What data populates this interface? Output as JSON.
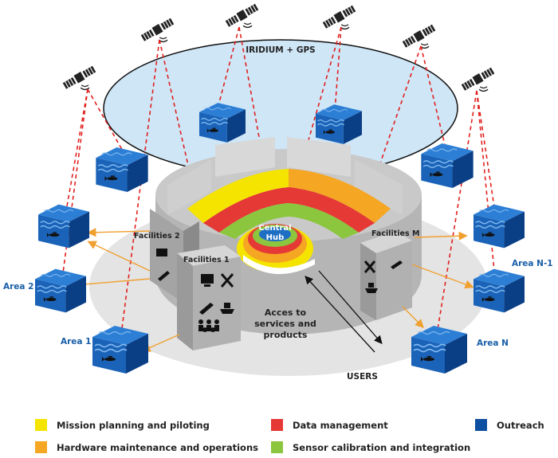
{
  "sky_label": "IRIDIUM + GPS",
  "hub": {
    "line1": "Central",
    "line2": "Hub"
  },
  "facilities": {
    "f1": "Facilities 1",
    "f2": "Facilities 2",
    "fm": "Facilities M"
  },
  "access": {
    "line1": "Acces to",
    "line2": "services and",
    "line3": "products"
  },
  "users_label": "USERS",
  "areas": {
    "a1": "Area 1",
    "a2": "Area 2",
    "an1": "Area N-1",
    "an": "Area N"
  },
  "legend": [
    {
      "label": "Mission planning and piloting",
      "color": "#f5e400"
    },
    {
      "label": "Data management",
      "color": "#e53935"
    },
    {
      "label": "Outreach",
      "color": "#0d4fa0"
    },
    {
      "label": "Hardware maintenance and operations",
      "color": "#f5a623"
    },
    {
      "label": "Sensor calibration and integration",
      "color": "#8cc63f"
    }
  ],
  "colors": {
    "sky_fill": "#cfe6f7",
    "ocean_top": "#1e6fc4",
    "ocean_side": "#0a3f86",
    "cylinder_gray": "#a9a9a9",
    "wire_red": "#e0201e",
    "arrow_orange": "#f0a030"
  },
  "icons": [
    "satellite-icon",
    "glider-icon",
    "computer-icon",
    "tools-icon",
    "ship-icon",
    "people-icon",
    "drone-icon"
  ]
}
